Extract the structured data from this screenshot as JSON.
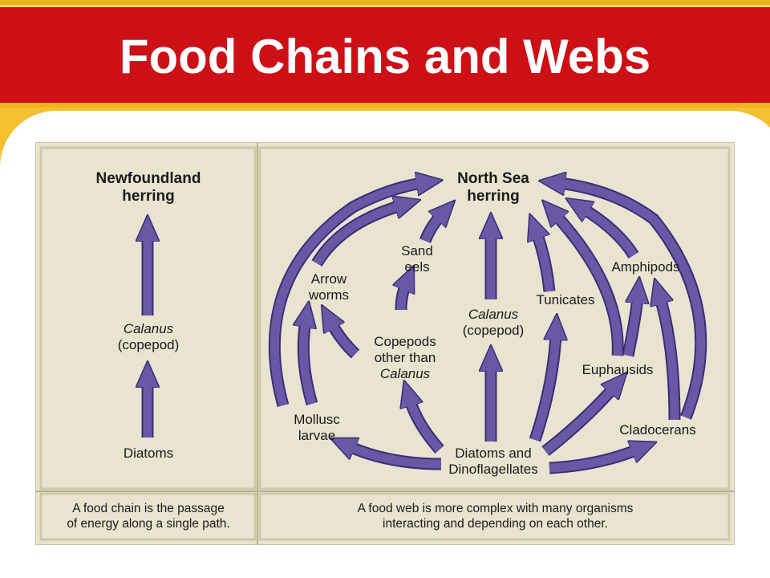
{
  "slide": {
    "title": "Food Chains and Webs"
  },
  "food_chain": {
    "top": [
      "Newfoundland",
      "herring"
    ],
    "middle_species": "Calanus",
    "middle_common": "(copepod)",
    "bottom": "Diatoms",
    "caption": [
      "A food chain is the passage",
      "of energy along a single path."
    ]
  },
  "food_web": {
    "top": [
      "North Sea",
      "herring"
    ],
    "sand_eels": [
      "Sand",
      "eels"
    ],
    "arrow_worms": [
      "Arrow",
      "worms"
    ],
    "copepods_other": [
      "Copepods",
      "other than"
    ],
    "copepods_other_species": "Calanus",
    "calanus_species": "Calanus",
    "calanus_common": "(copepod)",
    "tunicates": "Tunicates",
    "amphipods": "Amphipods",
    "euphausids": "Euphausids",
    "mollusc_larvae": [
      "Mollusc",
      "larvae"
    ],
    "cladocerans": "Cladocerans",
    "producers": [
      "Diatoms and",
      "Dinoflagellates"
    ],
    "caption": [
      "A food web is more complex with many organisms",
      "interacting and depending on each other."
    ]
  },
  "colors": {
    "title_bar": "#cc1015",
    "arrow_fill": "#6a58a6",
    "arrow_stroke": "#3c2c77",
    "panel_bg": "#e9e4cf"
  }
}
